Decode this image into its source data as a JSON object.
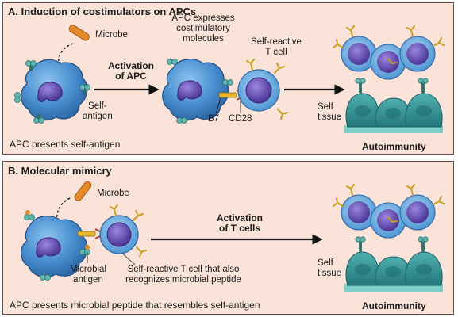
{
  "panel_a": {
    "title": "A. Induction of costimulators on APCs",
    "microbe": "Microbe",
    "self_antigen": "Self-\nantigen",
    "activation": "Activation\nof APC",
    "apc_expresses": "APC expresses\ncostimulatory\nmolecules",
    "self_reactive": "Self-reactive\nT cell",
    "b7": "B7",
    "cd28": "CD28",
    "self_tissue": "Self\ntissue",
    "caption": "APC presents self-antigen",
    "result": "Autoimmunity"
  },
  "panel_b": {
    "title": "B. Molecular mimicry",
    "microbe": "Microbe",
    "activation": "Activation\nof T cells",
    "microbial_antigen": "Microbial\nantigen",
    "tcell_label": "Self-reactive T cell that also\nrecognizes microbial peptide",
    "self_tissue": "Self\ntissue",
    "caption": "APC presents microbial peptide that resembles self-antigen",
    "result": "Autoimmunity"
  },
  "colors": {
    "panel_bg": "#fbe3d9",
    "apc_blue": "#4a8fd0",
    "tcell_purple": "#6a52b8",
    "tissue_teal": "#2f8c8c",
    "receptor_yellow": "#e8b830",
    "microbe_orange": "#e38a2a"
  }
}
